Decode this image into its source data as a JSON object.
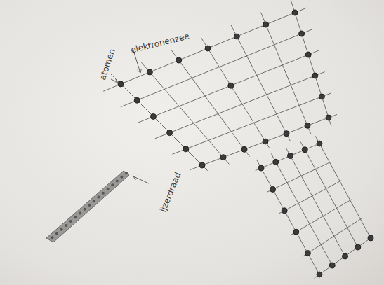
{
  "diagram": {
    "labels": [
      "atomen",
      "elektronenzee",
      "ijzerdraad"
    ]
  }
}
